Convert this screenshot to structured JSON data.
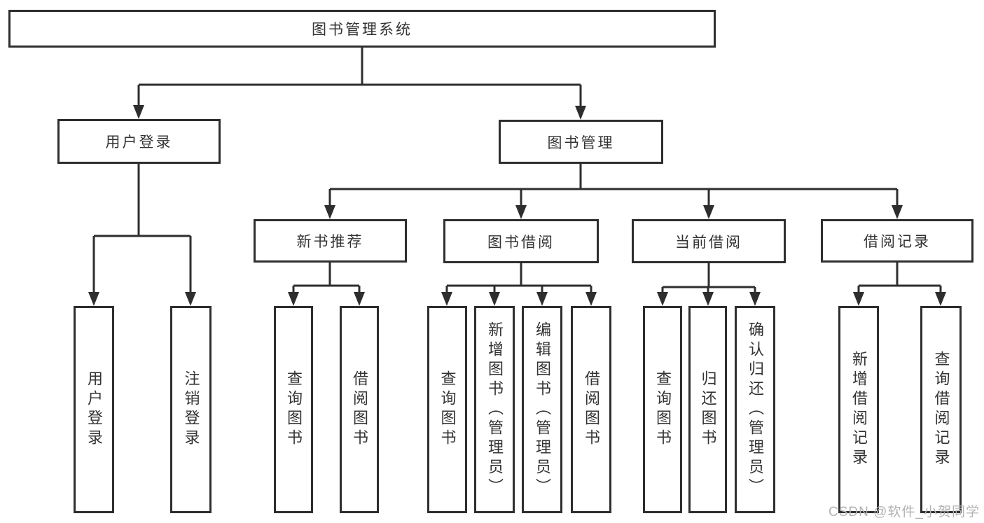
{
  "colors": {
    "line": "#2e2e2e",
    "text": "#333333",
    "box_bg": "#ffffff",
    "background": "#ffffff",
    "watermark": "#b3b3b3"
  },
  "tree": {
    "root": {
      "label": "图书管理系统"
    },
    "children": [
      {
        "label": "用户登录",
        "children": [
          {
            "label": "用户登录"
          },
          {
            "label": "注销登录"
          }
        ]
      },
      {
        "label": "图书管理",
        "children": [
          {
            "label": "新书推荐",
            "children": [
              {
                "label": "查询图书"
              },
              {
                "label": "借阅图书"
              }
            ]
          },
          {
            "label": "图书借阅",
            "children": [
              {
                "label": "查询图书"
              },
              {
                "label": "新增图书（管理员）"
              },
              {
                "label": "编辑图书（管理员）"
              },
              {
                "label": "借阅图书"
              }
            ]
          },
          {
            "label": "当前借阅",
            "children": [
              {
                "label": "查询图书"
              },
              {
                "label": "归还图书"
              },
              {
                "label": "确认归还（管理员）"
              }
            ]
          },
          {
            "label": "借阅记录",
            "children": [
              {
                "label": "新增借阅记录"
              },
              {
                "label": "查询借阅记录"
              }
            ]
          }
        ]
      }
    ]
  },
  "watermark": "CSDN @软件_小贺同学"
}
